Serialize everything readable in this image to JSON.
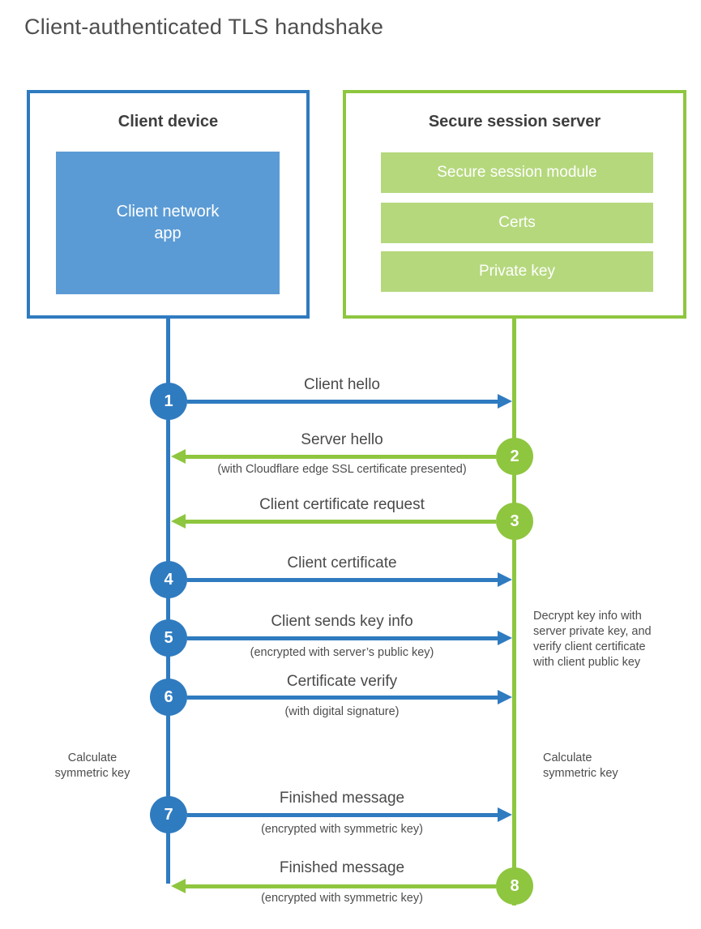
{
  "title": "Client-authenticated TLS handshake",
  "colors": {
    "blue": "#2f7bc0",
    "blue_light": "#5b9bd5",
    "green": "#8ec63f",
    "green_light": "#b5d87d",
    "text_dark": "#3e3e3e",
    "text": "#4d4d4d"
  },
  "client": {
    "title": "Client device",
    "app_label": "Client network\napp"
  },
  "server": {
    "title": "Secure session server",
    "modules": [
      "Secure session module",
      "Certs",
      "Private key"
    ]
  },
  "steps": [
    {
      "num": "1",
      "label": "Client hello"
    },
    {
      "num": "2",
      "label": "Server hello",
      "sub": "(with Cloudflare edge SSL certificate presented)"
    },
    {
      "num": "3",
      "label": "Client certificate request"
    },
    {
      "num": "4",
      "label": "Client certificate"
    },
    {
      "num": "5",
      "label": "Client sends key info",
      "sub": "(encrypted with server’s public key)"
    },
    {
      "num": "6",
      "label": "Certificate verify",
      "sub": "(with digital signature)"
    },
    {
      "num": "7",
      "label": "Finished message",
      "sub": "(encrypted with symmetric key)"
    },
    {
      "num": "8",
      "label": "Finished message",
      "sub": "(encrypted with symmetric key)"
    }
  ],
  "notes": {
    "decrypt": "Decrypt key info with\nserver private key, and\nverify client certificate\nwith client public key",
    "calc_left": "Calculate\nsymmetric key",
    "calc_right": "Calculate\nsymmetric key"
  }
}
